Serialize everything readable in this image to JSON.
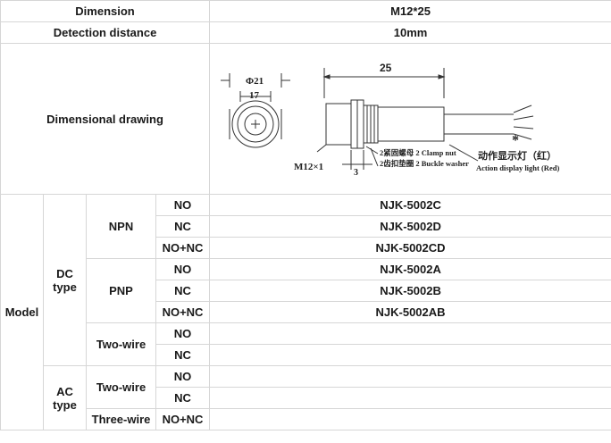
{
  "header": {
    "dimension_label": "Dimension",
    "dimension_value": "M12*25"
  },
  "detection": {
    "label": "Detection distance",
    "value": "10mm"
  },
  "drawing": {
    "label": "Dimensional drawing",
    "diameter_outer": "Φ21",
    "diameter_inner": "17",
    "length": "25",
    "thread": "M12×1",
    "nut_width": "3",
    "callout_1": "2紧固螺母 2 Clamp nut",
    "callout_2": "2齿扣垫圈 2 Buckle washer",
    "indicator_cn": "动作显示灯（红）",
    "indicator_en": "Action display light (Red)",
    "asterisk": "*"
  },
  "model": {
    "label": "Model",
    "dc_label": "DC type",
    "ac_label": "AC type",
    "npn_label": "NPN",
    "pnp_label": "PNP",
    "two_wire_label": "Two-wire",
    "three_wire_label": "Three-wire",
    "rows": [
      {
        "output": "NO",
        "model": "NJK-5002C"
      },
      {
        "output": "NC",
        "model": "NJK-5002D"
      },
      {
        "output": "NO+NC",
        "model": "NJK-5002CD"
      },
      {
        "output": "NO",
        "model": "NJK-5002A"
      },
      {
        "output": "NC",
        "model": "NJK-5002B"
      },
      {
        "output": "NO+NC",
        "model": "NJK-5002AB"
      },
      {
        "output": "NO",
        "model": ""
      },
      {
        "output": "NC",
        "model": ""
      },
      {
        "output": "NO",
        "model": ""
      },
      {
        "output": "NC",
        "model": ""
      },
      {
        "output": "NO+NC",
        "model": ""
      }
    ]
  }
}
